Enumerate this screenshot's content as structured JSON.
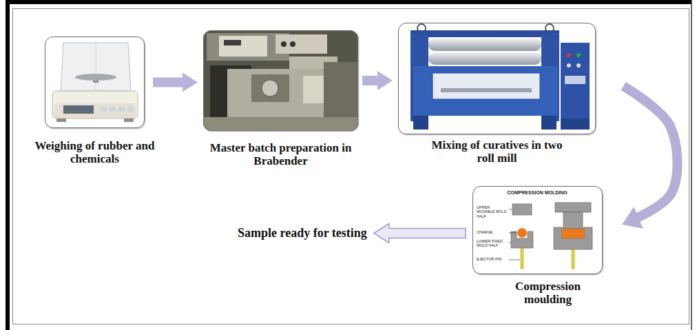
{
  "diagram": {
    "nodes": [
      {
        "text": [
          "Weighing of rubber and chemicals"
        ]
      },
      {
        "text": [
          "Master batch preparation in Brabender"
        ]
      },
      {
        "text": [
          "Mixing of curatives in two roll mill"
        ]
      },
      {
        "text": [
          "Compression moulding"
        ]
      },
      {
        "text": [
          "Sample ready for testing"
        ]
      }
    ],
    "edges": [
      {
        "from": 0,
        "to": 1,
        "arrow": "to"
      },
      {
        "from": 1,
        "to": 2,
        "arrow": "to"
      },
      {
        "from": 2,
        "to": 3,
        "arrow": "to"
      },
      {
        "from": 3,
        "to": 4,
        "arrow": "to"
      }
    ],
    "labels": [
      "COMPRESSION MOLDING",
      "UPPER MOVABLE MOLD HALF",
      "CHARGE",
      "LOWER FIXED MOLD HALF",
      "EJECTOR PIN"
    ]
  }
}
